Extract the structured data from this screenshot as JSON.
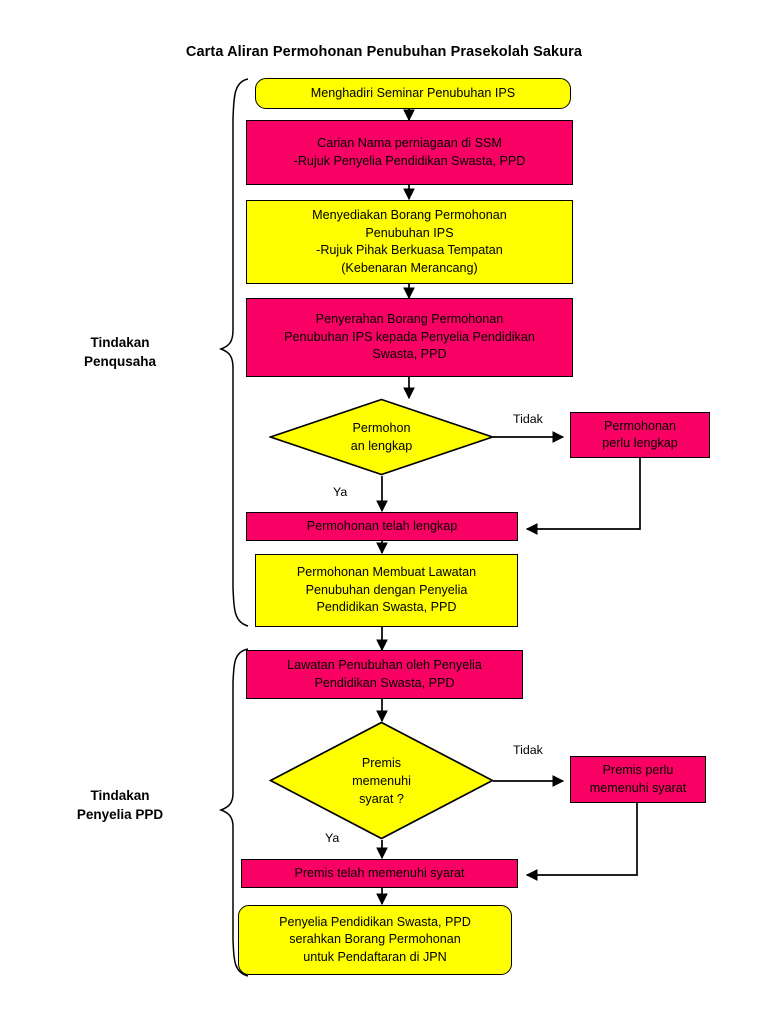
{
  "title": "Carta Aliran Permohonan Penubuhan Prasekolah Sakura",
  "colors": {
    "yellow": "#ffff00",
    "pink": "#f80064",
    "stroke": "#000000",
    "background": "#ffffff"
  },
  "swimlanes": [
    {
      "label": "Tindakan\nPenqusaha"
    },
    {
      "label": "Tindakan\nPenyelia PPD"
    }
  ],
  "nodes": [
    {
      "id": "n1",
      "shape": "rounded-rect",
      "color": "yellow",
      "text": "Menghadiri Seminar Penubuhan IPS"
    },
    {
      "id": "n2",
      "shape": "rect",
      "color": "pink",
      "text": "Carian Nama perniagaan di SSM\n-Rujuk Penyelia Pendidikan Swasta, PPD"
    },
    {
      "id": "n3",
      "shape": "rect",
      "color": "yellow",
      "text": "Menyediakan Borang Permohonan\nPenubuhan IPS\n-Rujuk Pihak Berkuasa Tempatan\n(Kebenaran Merancang)"
    },
    {
      "id": "n4",
      "shape": "rect",
      "color": "pink",
      "text": "Penyerahan  Borang Permohonan\nPenubuhan IPS kepada Penyelia Pendidikan\nSwasta, PPD"
    },
    {
      "id": "d1",
      "shape": "diamond",
      "color": "yellow",
      "text": "Permohon\nan lengkap"
    },
    {
      "id": "n5",
      "shape": "rect",
      "color": "pink",
      "text": "Permohonan\nperlu lengkap"
    },
    {
      "id": "n6",
      "shape": "rect",
      "color": "pink",
      "text": "Permohonan telah lengkap"
    },
    {
      "id": "n7",
      "shape": "rect",
      "color": "yellow",
      "text": "Permohonan Membuat Lawatan\nPenubuhan dengan Penyelia\nPendidikan Swasta, PPD"
    },
    {
      "id": "n8",
      "shape": "rect",
      "color": "pink",
      "text": "Lawatan Penubuhan oleh Penyelia\nPendidikan Swasta, PPD"
    },
    {
      "id": "d2",
      "shape": "diamond",
      "color": "yellow",
      "text": "Premis\nmemenuhi\nsyarat ?"
    },
    {
      "id": "n9",
      "shape": "rect",
      "color": "pink",
      "text": "Premis perlu\nmemenuhi syarat"
    },
    {
      "id": "n10",
      "shape": "rect",
      "color": "pink",
      "text": "Premis telah memenuhi syarat"
    },
    {
      "id": "n11",
      "shape": "rounded-rect",
      "color": "yellow",
      "text": "Penyelia Pendidikan Swasta, PPD\nserahkan Borang Permohonan\nuntuk Pendaftaran di JPN"
    }
  ],
  "edge_labels": [
    {
      "id": "e1",
      "text": "Tidak"
    },
    {
      "id": "e2",
      "text": "Ya"
    },
    {
      "id": "e3",
      "text": "Tidak"
    },
    {
      "id": "e4",
      "text": "Ya"
    }
  ]
}
